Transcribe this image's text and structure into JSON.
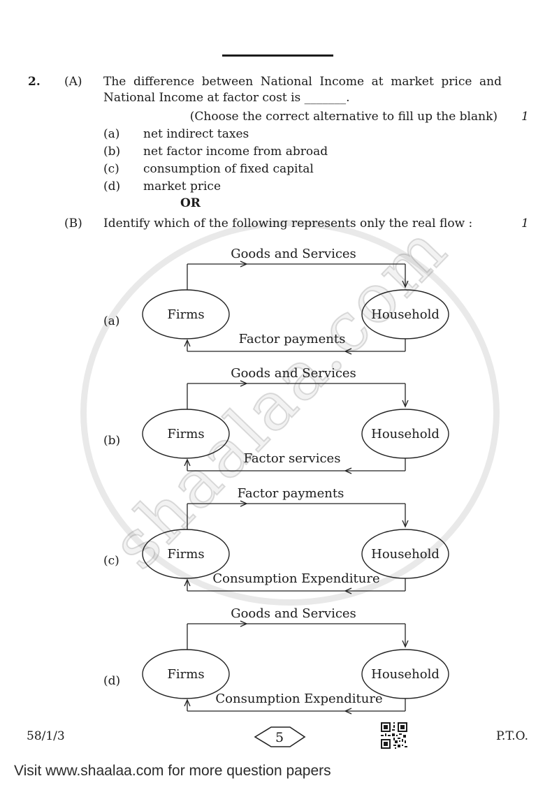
{
  "page": {
    "question_number": "2.",
    "part_a": {
      "label": "(A)",
      "question_line1": "The difference between National Income at market price and",
      "question_line2": "National Income at factor cost is _______.",
      "instruction": "(Choose the correct alternative to fill up the blank)",
      "marks": "1",
      "options": [
        {
          "label": "(a)",
          "text": "net indirect taxes"
        },
        {
          "label": "(b)",
          "text": "net factor income from abroad"
        },
        {
          "label": "(c)",
          "text": "consumption of fixed capital"
        },
        {
          "label": "(d)",
          "text": "market price"
        }
      ],
      "separator": "OR"
    },
    "part_b": {
      "label": "(B)",
      "question": "Identify which of the following represents only the real flow :",
      "marks": "1",
      "diagrams": [
        {
          "tag": "(a)",
          "top_label": "Goods and Services",
          "left_node": "Firms",
          "right_node": "Household",
          "bottom_label": "Factor payments"
        },
        {
          "tag": "(b)",
          "top_label": "Goods and Services",
          "left_node": "Firms",
          "right_node": "Household",
          "bottom_label": "Factor services"
        },
        {
          "tag": "(c)",
          "top_label": "Factor payments",
          "left_node": "Firms",
          "right_node": "Household",
          "bottom_label": "Consumption Expenditure"
        },
        {
          "tag": "(d)",
          "top_label": "Goods and Services",
          "left_node": "Firms",
          "right_node": "Household",
          "bottom_label": "Consumption Expenditure"
        }
      ]
    },
    "watermark": {
      "text": "shaalaa.com"
    },
    "footer": {
      "paper_code": "58/1/3",
      "page_number": "5",
      "qr_icon": "qr-code-icon",
      "pto": "P.T.O."
    },
    "banner": {
      "text": "Visit www.shaalaa.com for more question papers"
    },
    "colors": {
      "ink": "#1b1b1b",
      "watermark": "rgba(0,0,0,0.13)"
    }
  }
}
